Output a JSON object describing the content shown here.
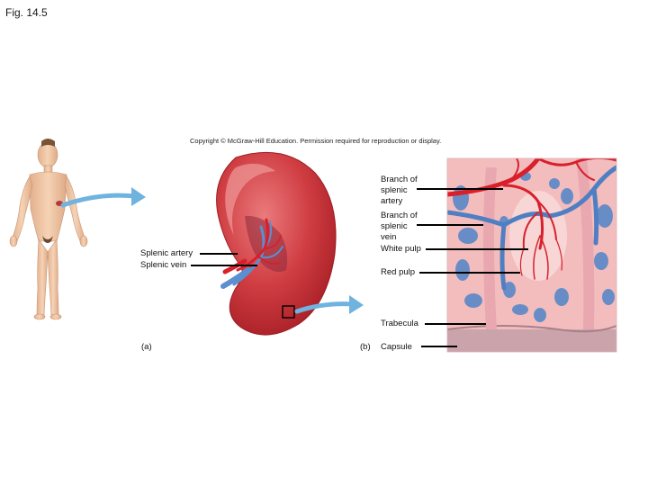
{
  "figure": {
    "title": "Fig. 14.5",
    "copyright": "Copyright © McGraw-Hill Education. Permission required for reproduction or display.",
    "panel_a_label": "(a)",
    "panel_b_label": "(b)"
  },
  "labels": {
    "branch_splenic_artery": [
      "Branch of",
      "splenic",
      "artery"
    ],
    "branch_splenic_vein": [
      "Branch of",
      "splenic",
      "vein"
    ],
    "white_pulp": "White pulp",
    "red_pulp": "Red pulp",
    "trabecula": "Trabecula",
    "capsule": "Capsule",
    "splenic_artery": "Splenic artery",
    "splenic_vein": "Splenic vein"
  },
  "colors": {
    "spleen": "#c9343a",
    "spleen_highlight": "#e2686b",
    "artery": "#d8202b",
    "vein": "#4f86c6",
    "tissue_pink": "#f3c0c0",
    "capsule": "#c9a3aa",
    "arrow": "#6fb3de",
    "skin": "#f1c9a8"
  }
}
